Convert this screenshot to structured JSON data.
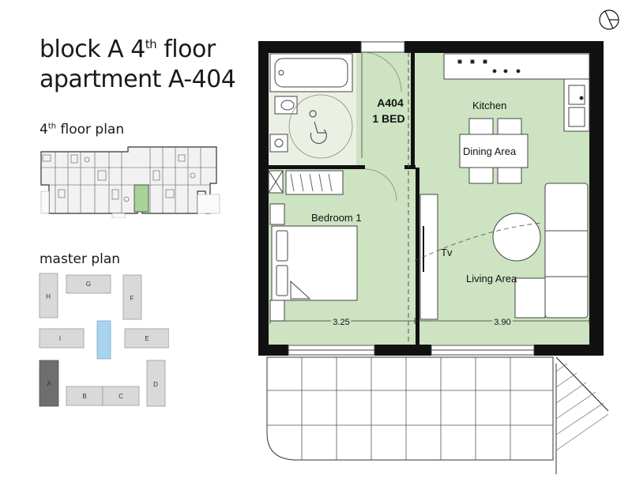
{
  "title": {
    "line1_prefix": "block A 4",
    "line1_sup": "th",
    "line1_suffix": " floor",
    "line2": "apartment A-404"
  },
  "floor_plan": {
    "label_prefix": "4",
    "label_sup": "th",
    "label_suffix": " floor plan"
  },
  "master_plan": {
    "label": "master plan",
    "blocks": [
      {
        "label": "G"
      },
      {
        "label": "H"
      },
      {
        "label": "F"
      },
      {
        "label": "I"
      },
      {
        "label": "E"
      },
      {
        "label": "A"
      },
      {
        "label": "B"
      },
      {
        "label": "C"
      },
      {
        "label": "D"
      }
    ],
    "highlight_block": "A"
  },
  "apartment": {
    "unit": "A404",
    "type": "1 BED",
    "rooms": {
      "kitchen": "Kitchen",
      "dining": "Dining Area",
      "bedroom": "Bedroom 1",
      "tv": "Tv",
      "living": "Living Area"
    },
    "dimensions": {
      "bedroom_width": "3.25",
      "living_width": "3.90"
    }
  },
  "colors": {
    "room_fill": "#cde3c2",
    "wall": "#111111",
    "master_block": "#d9d9d9",
    "master_highlight": "#6e6e6e",
    "water": "#a9d4ef"
  }
}
